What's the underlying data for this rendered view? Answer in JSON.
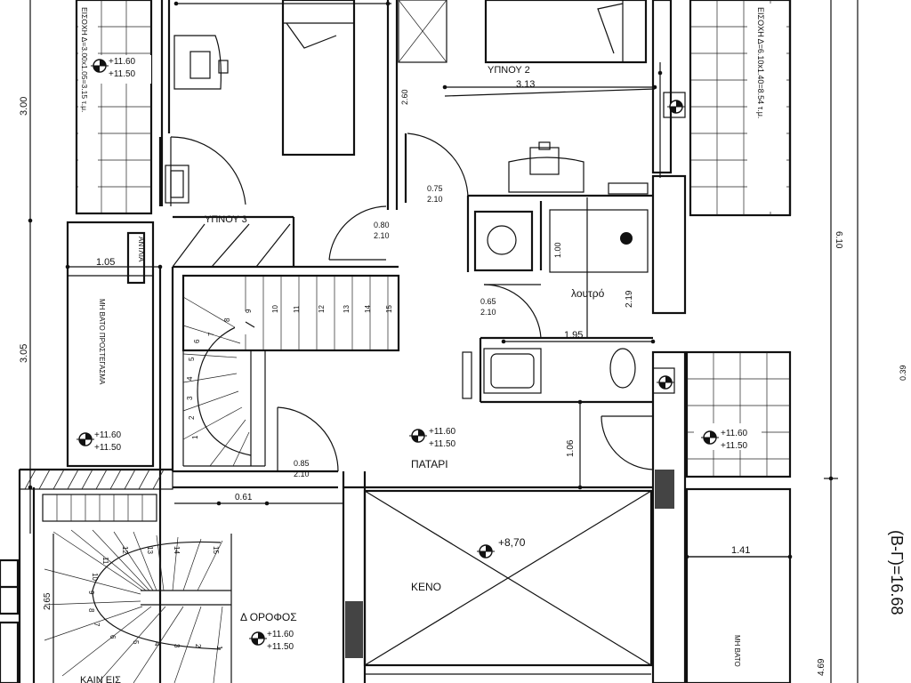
{
  "plan": {
    "rooms": {
      "bedroom3": "ΥΠΝΟΥ 3",
      "bedroom2": "ΥΠΝΟΥ 2",
      "bath": "λουτρό",
      "loft": "ΠΑΤΑΡΙ",
      "void": "ΚΕΝΟ",
      "floor": "Δ ΟΡΟΦΟΣ",
      "pump": "ΑΝΤΛΙΑ",
      "bottom_label": "ΚΑΙΝ ΕΙΣ"
    },
    "notes": {
      "left_wall": "ΜΗ ΒΑΤΟ ΠΡΟΣΤΕΓΑΣΜΑ",
      "right_bottom": "ΜΗ ΒΑΤΟ",
      "top_left_sill": "ΕΙΣΟΧΗ Δ=3.00x1.05=3.15 τ.μ.",
      "top_right_sill": "ΕΙΣΟΧΗ Δ=6.10x1.40=8.54 τ.μ."
    },
    "levels": [
      {
        "top": "+11.60",
        "bottom": "+11.50"
      },
      {
        "top": "+11.60",
        "bottom": "+11.50"
      },
      {
        "top": "+11.60",
        "bottom": "+11.50"
      },
      {
        "top": "+11.60",
        "bottom": "+11.50"
      },
      {
        "top": "+11.60",
        "bottom": "+11.50"
      }
    ],
    "void_level": "+8,70",
    "doors": [
      {
        "w": "0.75",
        "h": "2.10"
      },
      {
        "w": "0.80",
        "h": "2.10"
      },
      {
        "w": "0.65",
        "h": "2.10"
      },
      {
        "w": "0.85",
        "h": "2.10"
      }
    ],
    "dims": {
      "d313": "3.13",
      "d195": "1.95",
      "d219": "2.19",
      "d106": "1.06",
      "d105": "1.05",
      "d300": "3.00",
      "d305": "3.05",
      "d265": "2.65",
      "d061": "0.61",
      "d141": "1.41",
      "d610": "6.10",
      "d469": "4.69",
      "d039": "0.39",
      "d260": "2.60",
      "d100": "1.00",
      "total": "(Β-Γ)=16.68"
    },
    "stair_upper": [
      "1",
      "2",
      "3",
      "4",
      "5",
      "6",
      "7",
      "8",
      "9",
      "10",
      "11",
      "12",
      "13",
      "14",
      "15"
    ],
    "stair_lower": [
      "1",
      "2",
      "3",
      "4",
      "5",
      "6",
      "7",
      "8",
      "9",
      "10",
      "11",
      "12",
      "13",
      "14",
      "15"
    ]
  }
}
